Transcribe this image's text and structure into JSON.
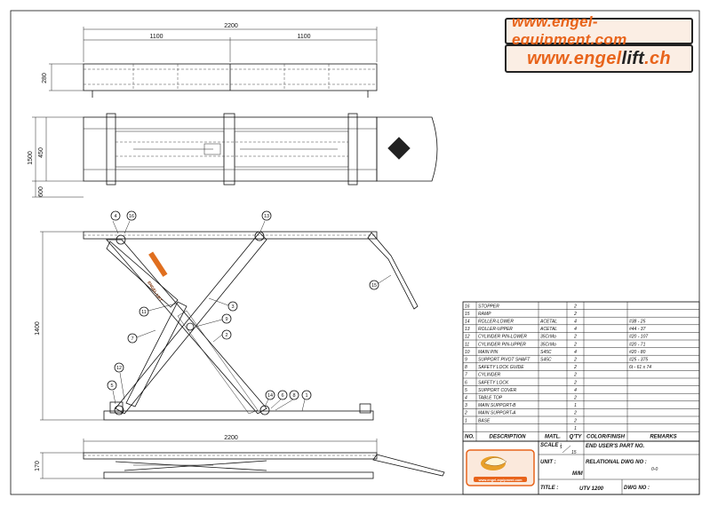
{
  "banners": {
    "url_main": "www.engel-equipment.com",
    "url_lift": "www.engellift.ch",
    "url_lift_part1": "www.engel",
    "url_lift_part2": "lift",
    "url_lift_part3": ".ch"
  },
  "dimensions": {
    "top_total": "2200",
    "top_half_left": "1100",
    "top_half_right": "1100",
    "side_height": "280",
    "plan_450": "450",
    "plan_1500": "1500",
    "plan_600": "600",
    "elev_height": "1400",
    "bottom_total": "2200",
    "bottom_height": "170"
  },
  "balloons": [
    "4",
    "16",
    "13",
    "15",
    "11",
    "3",
    "9",
    "7",
    "2",
    "12",
    "5",
    "14",
    "6",
    "8",
    "1"
  ],
  "logo_plate_text": "ENGEL LIFT",
  "bom": {
    "headers": {
      "no": "NO.",
      "description": "DESCRIPTION",
      "matl": "MATL.",
      "qty": "Q'TY",
      "color": "COLOR/FINISH",
      "remarks": "REMARKS"
    },
    "rows": [
      {
        "no": "16",
        "desc": "STOPPER",
        "matl": "",
        "qty": "2",
        "remarks": ""
      },
      {
        "no": "15",
        "desc": "RAMP",
        "matl": "",
        "qty": "2",
        "remarks": ""
      },
      {
        "no": "14",
        "desc": "ROLLER-LOWER",
        "matl": "ACETAL",
        "qty": "4",
        "remarks": "#38 - 25"
      },
      {
        "no": "13",
        "desc": "ROLLER-UPPER",
        "matl": "ACETAL",
        "qty": "4",
        "remarks": "#44 - 37"
      },
      {
        "no": "12",
        "desc": "CYLINDER PIN-LOWER",
        "matl": "35CrMo",
        "qty": "2",
        "remarks": "#20 - 107"
      },
      {
        "no": "11",
        "desc": "CYLINDER PIN-UPPER",
        "matl": "35CrMo",
        "qty": "2",
        "remarks": "#20 - 71"
      },
      {
        "no": "10",
        "desc": "MAIN PIN",
        "matl": "S45C",
        "qty": "4",
        "remarks": "#20 - 80"
      },
      {
        "no": "9",
        "desc": "SUPPORT PIVOT SHAFT",
        "matl": "S45C",
        "qty": "2",
        "remarks": "#25 - 375"
      },
      {
        "no": "8",
        "desc": "SAFETY LOCK GUIDE",
        "matl": "",
        "qty": "2",
        "remarks": "6t - 61 x 74"
      },
      {
        "no": "7",
        "desc": "CYLINDER",
        "matl": "",
        "qty": "2",
        "remarks": ""
      },
      {
        "no": "6",
        "desc": "SAFETY LOCK",
        "matl": "",
        "qty": "2",
        "remarks": ""
      },
      {
        "no": "5",
        "desc": "SUPPORT COVER",
        "matl": "",
        "qty": "4",
        "remarks": ""
      },
      {
        "no": "4",
        "desc": "TABLE TOP",
        "matl": "",
        "qty": "2",
        "remarks": ""
      },
      {
        "no": "3",
        "desc": "MAIN SUPPORT-B",
        "matl": "",
        "qty": "1",
        "remarks": ""
      },
      {
        "no": "2",
        "desc": "MAIN SUPPORT-A",
        "matl": "",
        "qty": "2",
        "remarks": ""
      },
      {
        "no": "1",
        "desc": "BASE",
        "matl": "",
        "qty": "2",
        "remarks": ""
      },
      {
        "no": "",
        "desc": "",
        "matl": "",
        "qty": "1",
        "remarks": ""
      }
    ]
  },
  "title_block": {
    "scale_label": "SCALE :",
    "scale_num": "1",
    "scale_den": "15",
    "end_user_label": "END USER'S PART NO.",
    "unit_label": "UNIT :",
    "unit_value": "M/M",
    "relational_label": "RELATIONAL DWG NO :",
    "relational_value": "0-0",
    "title_label": "TITLE :",
    "title_value": "UTV 1200",
    "dwg_label": "DWG NO :",
    "logo_text": "www.engel-equipment.com"
  }
}
